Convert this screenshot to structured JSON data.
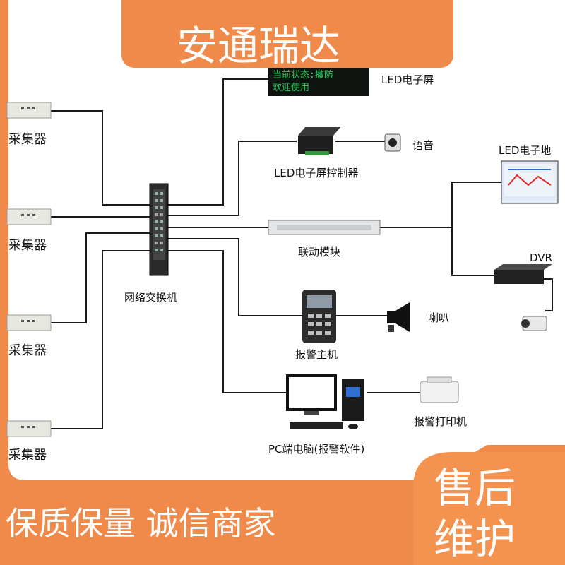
{
  "banner": {
    "title": "安通瑞达"
  },
  "diagram": {
    "collectors": [
      "采集器",
      "采集器",
      "采集器",
      "采集器"
    ],
    "switch_label": "网络交换机",
    "led_screen": {
      "label": "LED电子屏",
      "display_line1": "当前状态:撤防",
      "display_line2": "欢迎使用"
    },
    "led_controller_label": "LED电子屏控制器",
    "voice_label": "语音",
    "led_map_label": "LED电子地",
    "linkage_module_label": "联动模块",
    "dvr_label": "DVR",
    "alarm_host_label": "报警主机",
    "horn_label": "喇叭",
    "pc_label": "PC端电脑(报警软件)",
    "printer_label": "报警打印机"
  },
  "footer": {
    "left_slogan": "保质保量 诚信商家",
    "right_badge_line1": "售后",
    "right_badge_line2": "维护"
  },
  "colors": {
    "orange": "#f08a4b",
    "white": "#ffffff",
    "wire": "#1a1a1a",
    "led_green": "#1fd35a"
  }
}
